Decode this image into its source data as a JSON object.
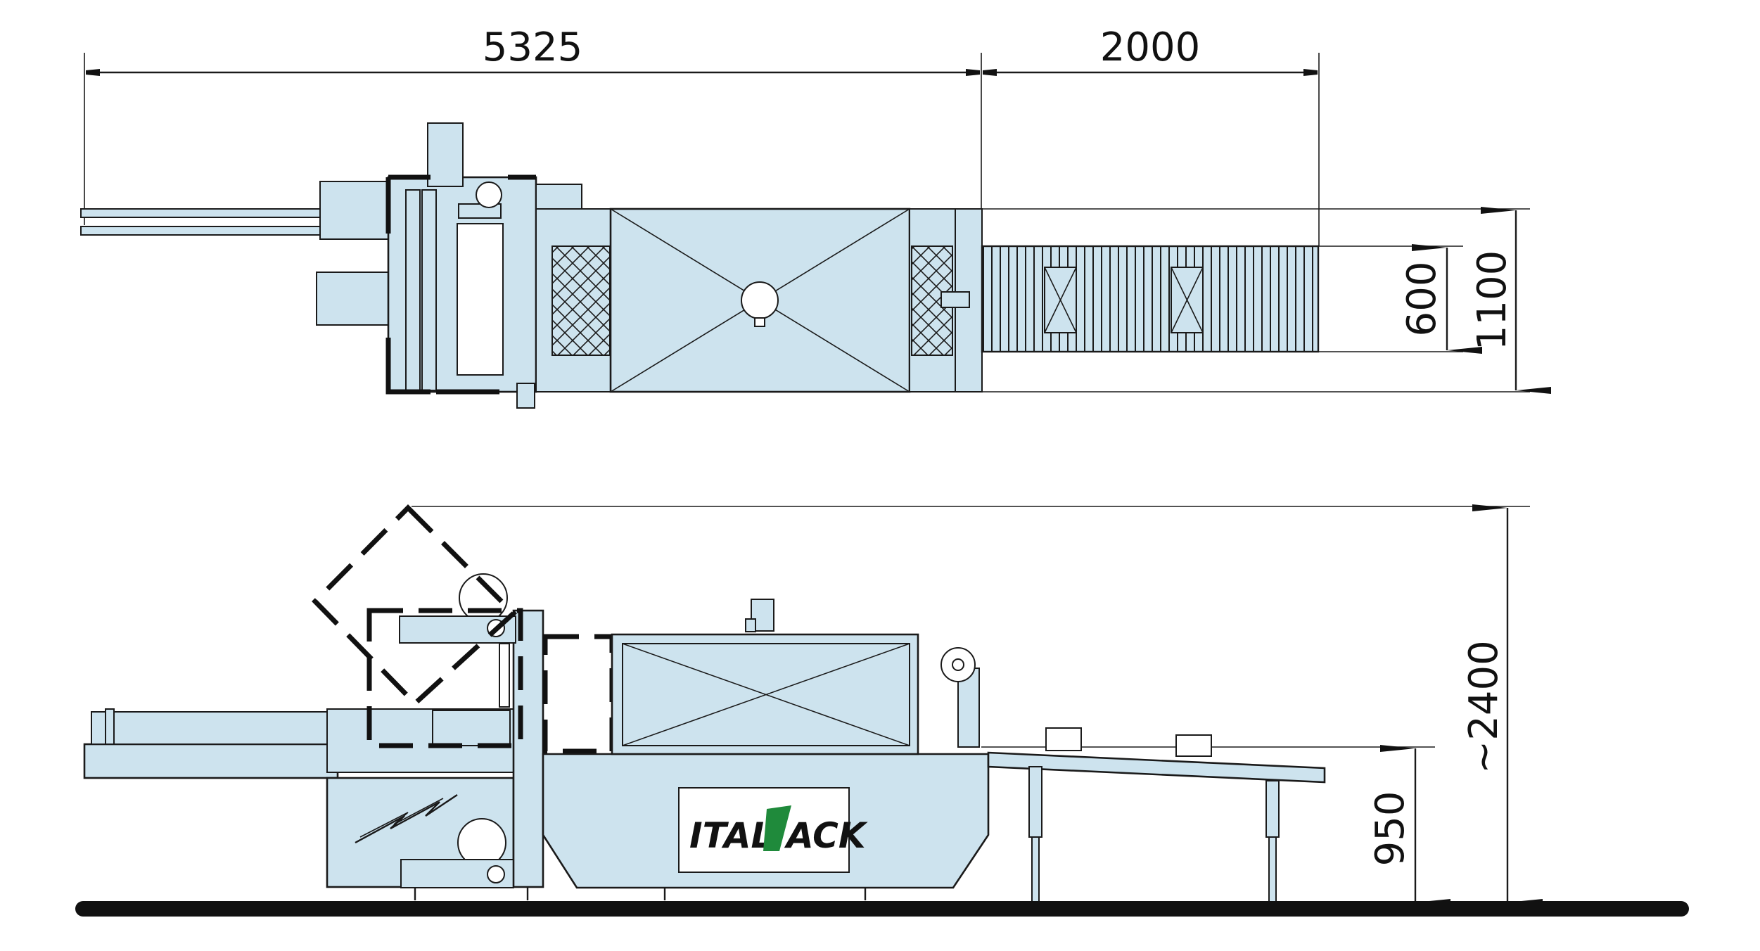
{
  "dimensions": {
    "overall_length": "5325",
    "conveyor_length": "2000",
    "conveyor_width": "600",
    "overall_width": "1100",
    "working_height": "950",
    "overall_height": "~2400"
  },
  "brand": {
    "logo_left": "ITAL",
    "logo_right": "ACK",
    "logo_accent_color": "#1f8a3b"
  },
  "colors": {
    "machine_fill": "#cde3ee",
    "line": "#1a1a1a",
    "floor": "#111111"
  }
}
